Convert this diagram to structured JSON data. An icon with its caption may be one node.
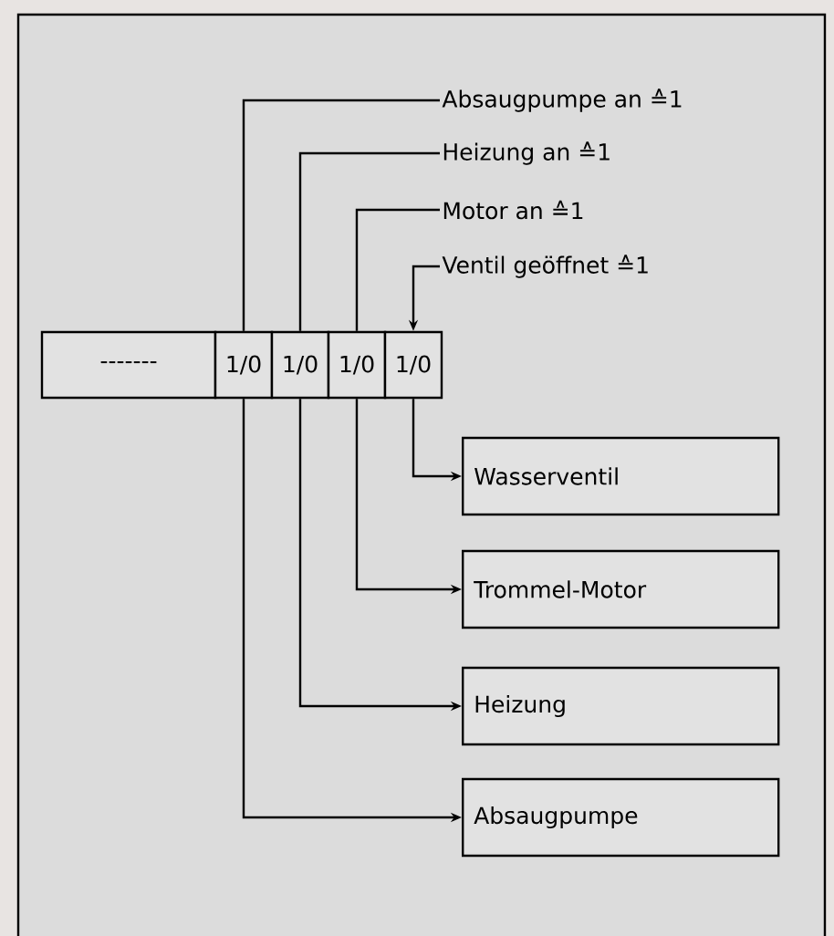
{
  "diagram": {
    "nodes": [
      {
        "text": [
          "Absaugpumpe an ≙1"
        ]
      },
      {
        "text": [
          "Heizung an ≙1"
        ]
      },
      {
        "text": [
          "Motor an ≙1"
        ]
      },
      {
        "text": [
          "Ventil geöffnet ≙1"
        ]
      },
      {
        "text": [
          "-------"
        ]
      },
      {
        "text": [
          "1/0"
        ]
      },
      {
        "text": [
          "1/0"
        ]
      },
      {
        "text": [
          "1/0"
        ]
      },
      {
        "text": [
          "1/0"
        ]
      },
      {
        "text": [
          "Wasserventil"
        ]
      },
      {
        "text": [
          "Trommel-Motor"
        ]
      },
      {
        "text": [
          "Heizung"
        ]
      },
      {
        "text": [
          "Absaugpumpe"
        ]
      }
    ],
    "edges": [
      {
        "from": 0,
        "to": 5,
        "arrow": "none"
      },
      {
        "from": 1,
        "to": 6,
        "arrow": "none"
      },
      {
        "from": 2,
        "to": 7,
        "arrow": "none"
      },
      {
        "from": 3,
        "to": 8,
        "arrow": "to"
      },
      {
        "from": 8,
        "to": 9,
        "arrow": "to"
      },
      {
        "from": 7,
        "to": 10,
        "arrow": "to"
      },
      {
        "from": 6,
        "to": 11,
        "arrow": "to"
      },
      {
        "from": 5,
        "to": 12,
        "arrow": "to"
      }
    ]
  }
}
